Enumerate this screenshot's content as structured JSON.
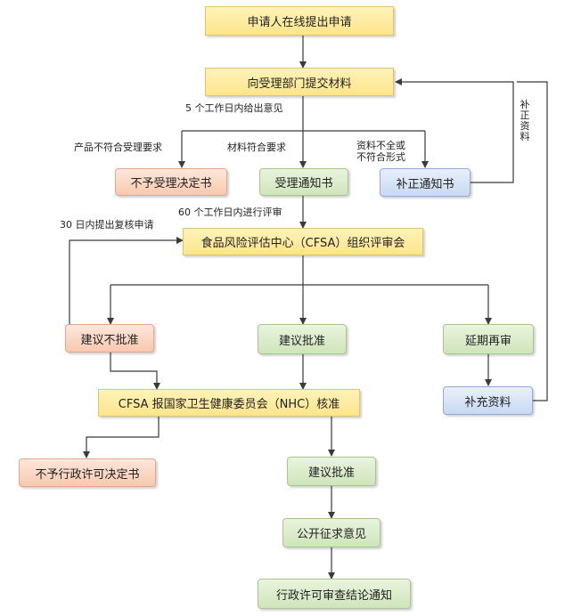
{
  "nodes": {
    "apply_online": "申请人在线提出申请",
    "submit_materials": "向受理部门提交材料",
    "reject_acceptance": "不予受理决定书",
    "acceptance_notice": "受理通知书",
    "correction_notice": "补正通知书",
    "cfsa_review": "食品风险评估中心（CFSA）组织评审会",
    "recommend_reject": "建议不批准",
    "recommend_approve_1": "建议批准",
    "postpone_review": "延期再审",
    "supplement_materials": "补充资料",
    "nhc_approval": "CFSA 报国家卫生健康委员会（NHC）核准",
    "no_admin_license": "不予行政许可决定书",
    "recommend_approve_2": "建议批准",
    "public_comment": "公开征求意见",
    "final_notice": "行政许可审查结论通知"
  },
  "labels": {
    "five_days": "5 个工作日内给出意见",
    "not_meet": "产品不符合受理要求",
    "meet": "材料符合要求",
    "incomplete_line1": "资料不全或",
    "incomplete_line2": "不符合形式",
    "correction_side": "补正资料",
    "sixty_days": "60 个工作日内进行评审",
    "thirty_days": "30 日内提出复核申请"
  },
  "colors": {
    "line": "#3a3a3a"
  }
}
